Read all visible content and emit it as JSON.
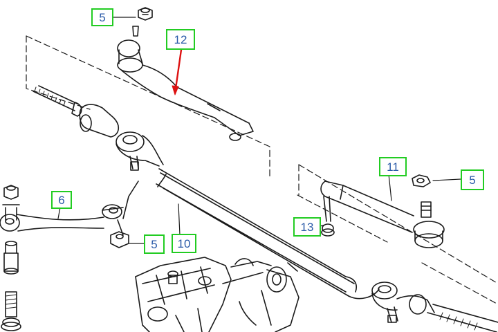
{
  "callouts": {
    "nut_top": "5",
    "tie_rod_end_upper": "12",
    "tie_rod_end_right": "11",
    "nut_right": "5",
    "bolt_right": "13",
    "idler_arm": "6",
    "nut_lower_left": "5",
    "center_link": "10"
  },
  "colors": {
    "callout_border": "#22cc22",
    "callout_text": "#2a5aa8",
    "pointer_arrow": "#dd1111",
    "line_art": "#1a1a1a"
  }
}
